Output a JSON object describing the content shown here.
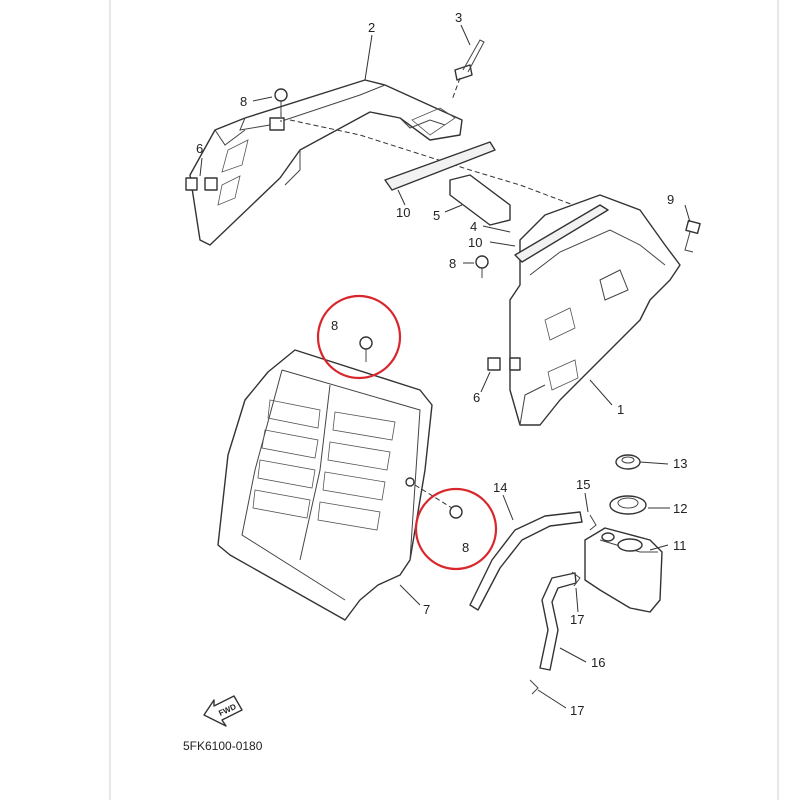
{
  "diagram": {
    "part_code": "5FK6100-0180",
    "direction_label": "FWD",
    "callouts": [
      {
        "id": "2",
        "label": "2"
      },
      {
        "id": "3",
        "label": "3"
      },
      {
        "id": "8a",
        "label": "8"
      },
      {
        "id": "6a",
        "label": "6"
      },
      {
        "id": "10a",
        "label": "10"
      },
      {
        "id": "5",
        "label": "5"
      },
      {
        "id": "4",
        "label": "4"
      },
      {
        "id": "10b",
        "label": "10"
      },
      {
        "id": "9",
        "label": "9"
      },
      {
        "id": "8b",
        "label": "8"
      },
      {
        "id": "8c",
        "label": "8"
      },
      {
        "id": "6b",
        "label": "6"
      },
      {
        "id": "1",
        "label": "1"
      },
      {
        "id": "13",
        "label": "13"
      },
      {
        "id": "15",
        "label": "15"
      },
      {
        "id": "14",
        "label": "14"
      },
      {
        "id": "12",
        "label": "12"
      },
      {
        "id": "11",
        "label": "11"
      },
      {
        "id": "8d",
        "label": "8"
      },
      {
        "id": "17a",
        "label": "17"
      },
      {
        "id": "16",
        "label": "16"
      },
      {
        "id": "7",
        "label": "7"
      },
      {
        "id": "17b",
        "label": "17"
      }
    ],
    "highlight_color": "#d9262c"
  }
}
